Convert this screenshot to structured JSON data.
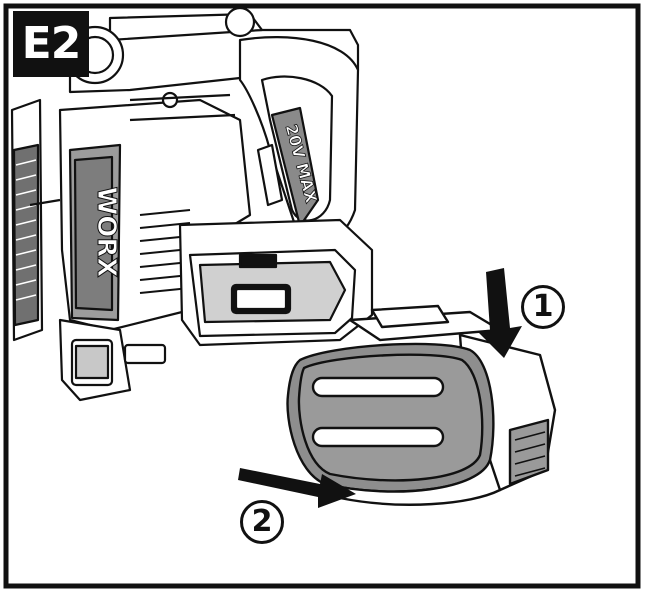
{
  "figure": {
    "label": "E2",
    "steps": [
      {
        "number": "1",
        "action": "press-release-button"
      },
      {
        "number": "2",
        "action": "slide-battery-out"
      }
    ],
    "tool": {
      "brand_text": "WORX",
      "voltage_text": "20V MAX"
    }
  },
  "colors": {
    "line": "#111111",
    "fill": "#ffffff",
    "shade": "#9a9a9a",
    "light_shade": "#d9d9d9",
    "battery_body": "#8e8e8e"
  },
  "icons": {
    "arrow_press": "down-arrow-icon",
    "arrow_pull": "right-arrow-icon"
  }
}
